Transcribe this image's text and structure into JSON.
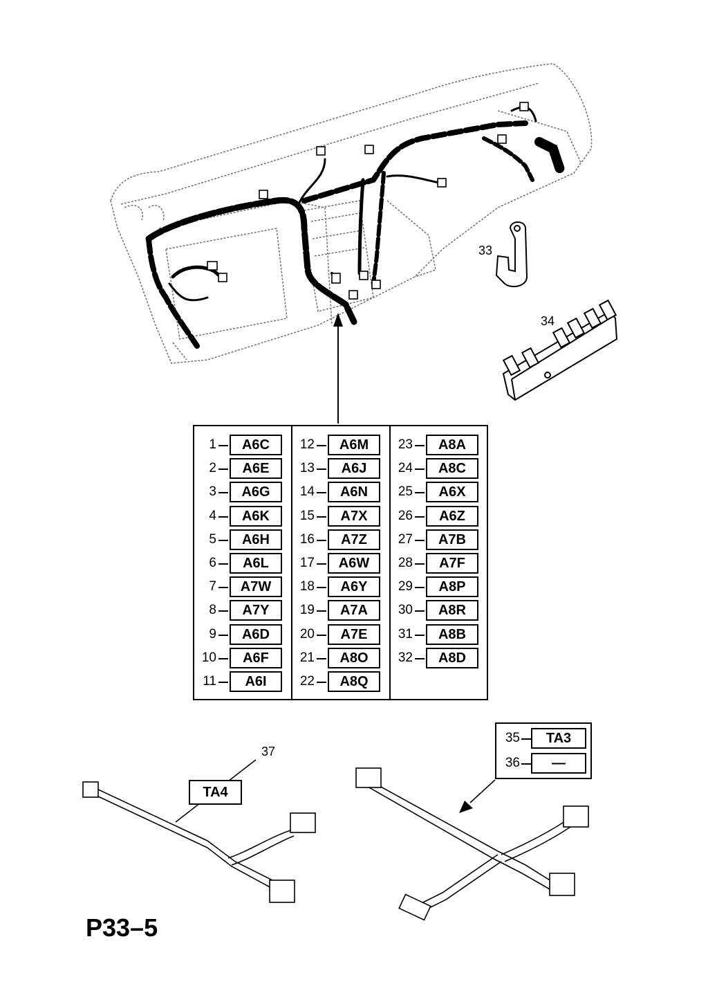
{
  "codes_col1": [
    {
      "num": "1",
      "code": "A6C"
    },
    {
      "num": "2",
      "code": "A6E"
    },
    {
      "num": "3",
      "code": "A6G"
    },
    {
      "num": "4",
      "code": "A6K"
    },
    {
      "num": "5",
      "code": "A6H"
    },
    {
      "num": "6",
      "code": "A6L"
    },
    {
      "num": "7",
      "code": "A7W"
    },
    {
      "num": "8",
      "code": "A7Y"
    },
    {
      "num": "9",
      "code": "A6D"
    },
    {
      "num": "10",
      "code": "A6F"
    },
    {
      "num": "11",
      "code": "A6I"
    }
  ],
  "codes_col2": [
    {
      "num": "12",
      "code": "A6M"
    },
    {
      "num": "13",
      "code": "A6J"
    },
    {
      "num": "14",
      "code": "A6N"
    },
    {
      "num": "15",
      "code": "A7X"
    },
    {
      "num": "16",
      "code": "A7Z"
    },
    {
      "num": "17",
      "code": "A6W"
    },
    {
      "num": "18",
      "code": "A6Y"
    },
    {
      "num": "19",
      "code": "A7A"
    },
    {
      "num": "20",
      "code": "A7E"
    },
    {
      "num": "21",
      "code": "A8O"
    },
    {
      "num": "22",
      "code": "A8Q"
    }
  ],
  "codes_col3": [
    {
      "num": "23",
      "code": "A8A"
    },
    {
      "num": "24",
      "code": "A8C"
    },
    {
      "num": "25",
      "code": "A6X"
    },
    {
      "num": "26",
      "code": "A6Z"
    },
    {
      "num": "27",
      "code": "A7B"
    },
    {
      "num": "28",
      "code": "A7F"
    },
    {
      "num": "29",
      "code": "A8P"
    },
    {
      "num": "30",
      "code": "A8R"
    },
    {
      "num": "31",
      "code": "A8B"
    },
    {
      "num": "32",
      "code": "A8D"
    }
  ],
  "parts": {
    "clip_label": "33",
    "bracket_label": "34",
    "harness_left_label": "37",
    "harness_left_code": "TA4",
    "harness_right_rows": [
      {
        "num": "35",
        "code": "TA3"
      },
      {
        "num": "36",
        "code": "—"
      }
    ]
  },
  "page_code": "P33–5"
}
